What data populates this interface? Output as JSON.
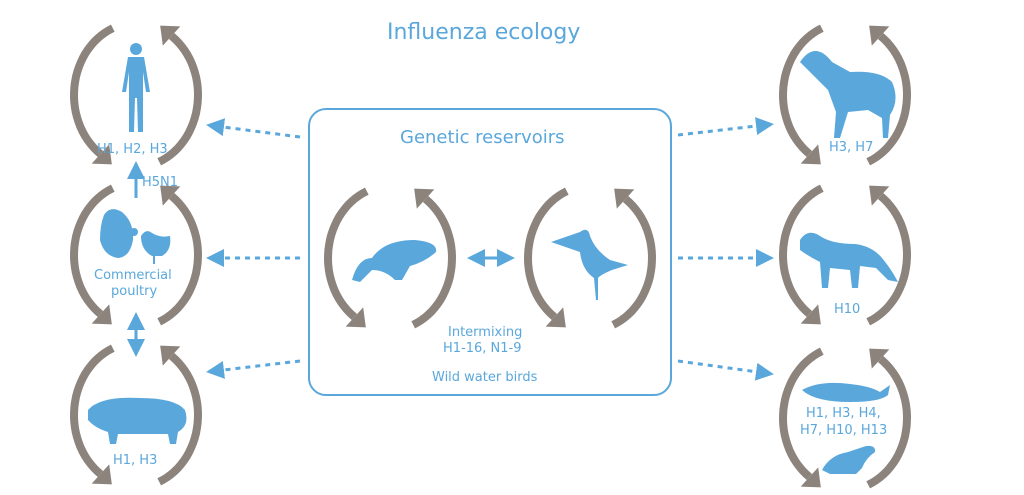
{
  "title": "Influenza ecology",
  "reservoir": {
    "title": "Genetic reservoirs",
    "intermixing_line1": "Intermixing",
    "intermixing_line2": "H1-16, N1-9",
    "caption": "Wild water birds"
  },
  "hosts": {
    "human": {
      "label": "H1, H2, H3"
    },
    "poultry": {
      "label_line1": "Commercial",
      "label_line2": "poultry"
    },
    "pig": {
      "label": "H1, H3"
    },
    "horse": {
      "label": "H3, H7"
    },
    "ferret": {
      "label": "H10"
    },
    "marine": {
      "label_line1": "H1, H3, H4,",
      "label_line2": "H7, H10, H13"
    }
  },
  "transmission": {
    "poultry_to_human": "H5N1"
  },
  "colors": {
    "accent": "#5aa7dc",
    "cycle": "#8b837c"
  }
}
